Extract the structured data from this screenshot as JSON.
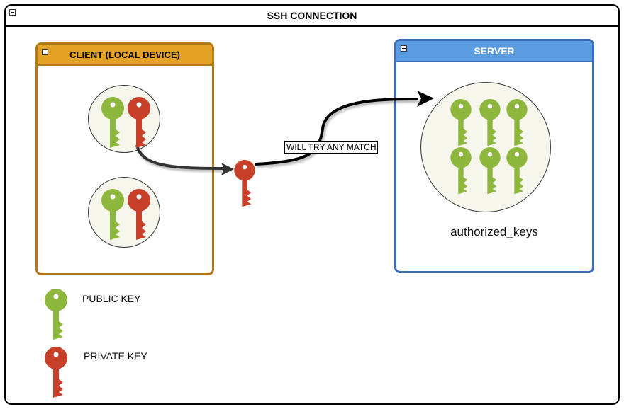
{
  "diagram": {
    "title": "SSH CONNECTION",
    "client": {
      "title": "CLIENT (LOCAL DEVICE)",
      "keypairs": [
        {
          "keys": [
            "public",
            "private"
          ]
        },
        {
          "keys": [
            "public",
            "private"
          ]
        }
      ]
    },
    "server": {
      "title": "SERVER",
      "store_label": "authorized_keys",
      "stored_keys": [
        "public",
        "public",
        "public",
        "public",
        "public",
        "public"
      ]
    },
    "edge": {
      "label": "WILL TRY ANY MATCH",
      "carried_key": "private"
    },
    "legend": {
      "public_label": "PUBLIC KEY",
      "private_label": "PRIVATE KEY"
    }
  },
  "colors": {
    "public_key": "#8db83d",
    "private_key": "#c8402a",
    "client_accent": "#e3a226",
    "client_border": "#b47818",
    "server_accent": "#5b9be0",
    "server_border": "#3a6db5",
    "circle_fill": "#f7f6ed"
  },
  "icons": {
    "collapse": "minus-box-icon",
    "key": "key-icon"
  }
}
